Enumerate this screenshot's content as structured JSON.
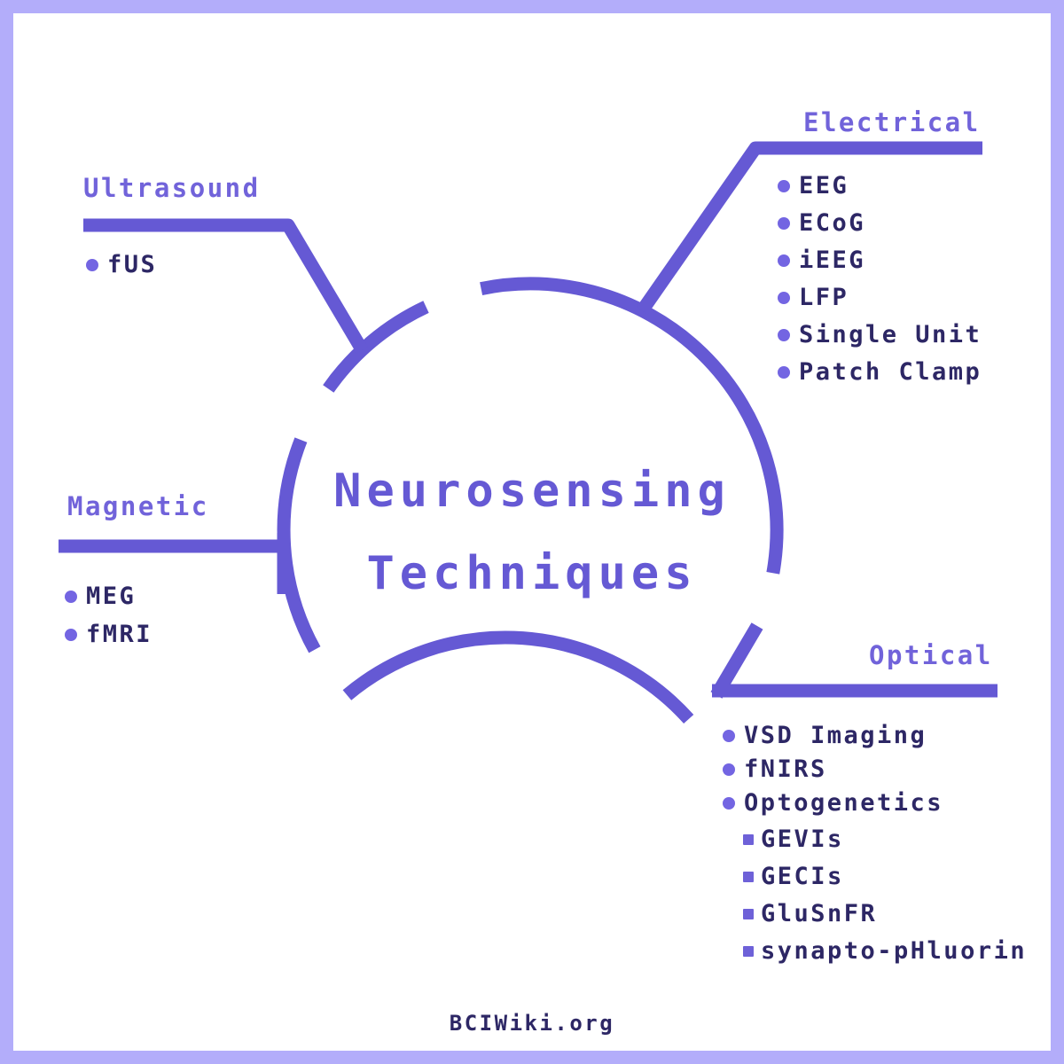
{
  "center": {
    "line1": "Neurosensing",
    "line2": "Techniques"
  },
  "branches": [
    {
      "title": "Electrical",
      "items": [
        "EEG",
        "ECoG",
        "iEEG",
        "LFP",
        "Single Unit",
        "Patch Clamp"
      ]
    },
    {
      "title": "Ultrasound",
      "items": [
        "fUS"
      ]
    },
    {
      "title": "Magnetic",
      "items": [
        "MEG",
        "fMRI"
      ]
    },
    {
      "title": "Optical",
      "items": [
        "VSD Imaging",
        "fNIRS",
        "Optogenetics"
      ],
      "subitems": [
        "GEVIs",
        "GECIs",
        "GluSnFR",
        "synapto-pHluorin"
      ]
    }
  ],
  "footer": {
    "site": "BCIWiki.org"
  },
  "colors": {
    "line": "#6559d4",
    "section_title": "#7163da",
    "item_text": "#2d2765",
    "bullet_round": "#7365e2",
    "bullet_square": "#6e61d8",
    "border": "#b3adfa",
    "background": "#ffffff"
  }
}
